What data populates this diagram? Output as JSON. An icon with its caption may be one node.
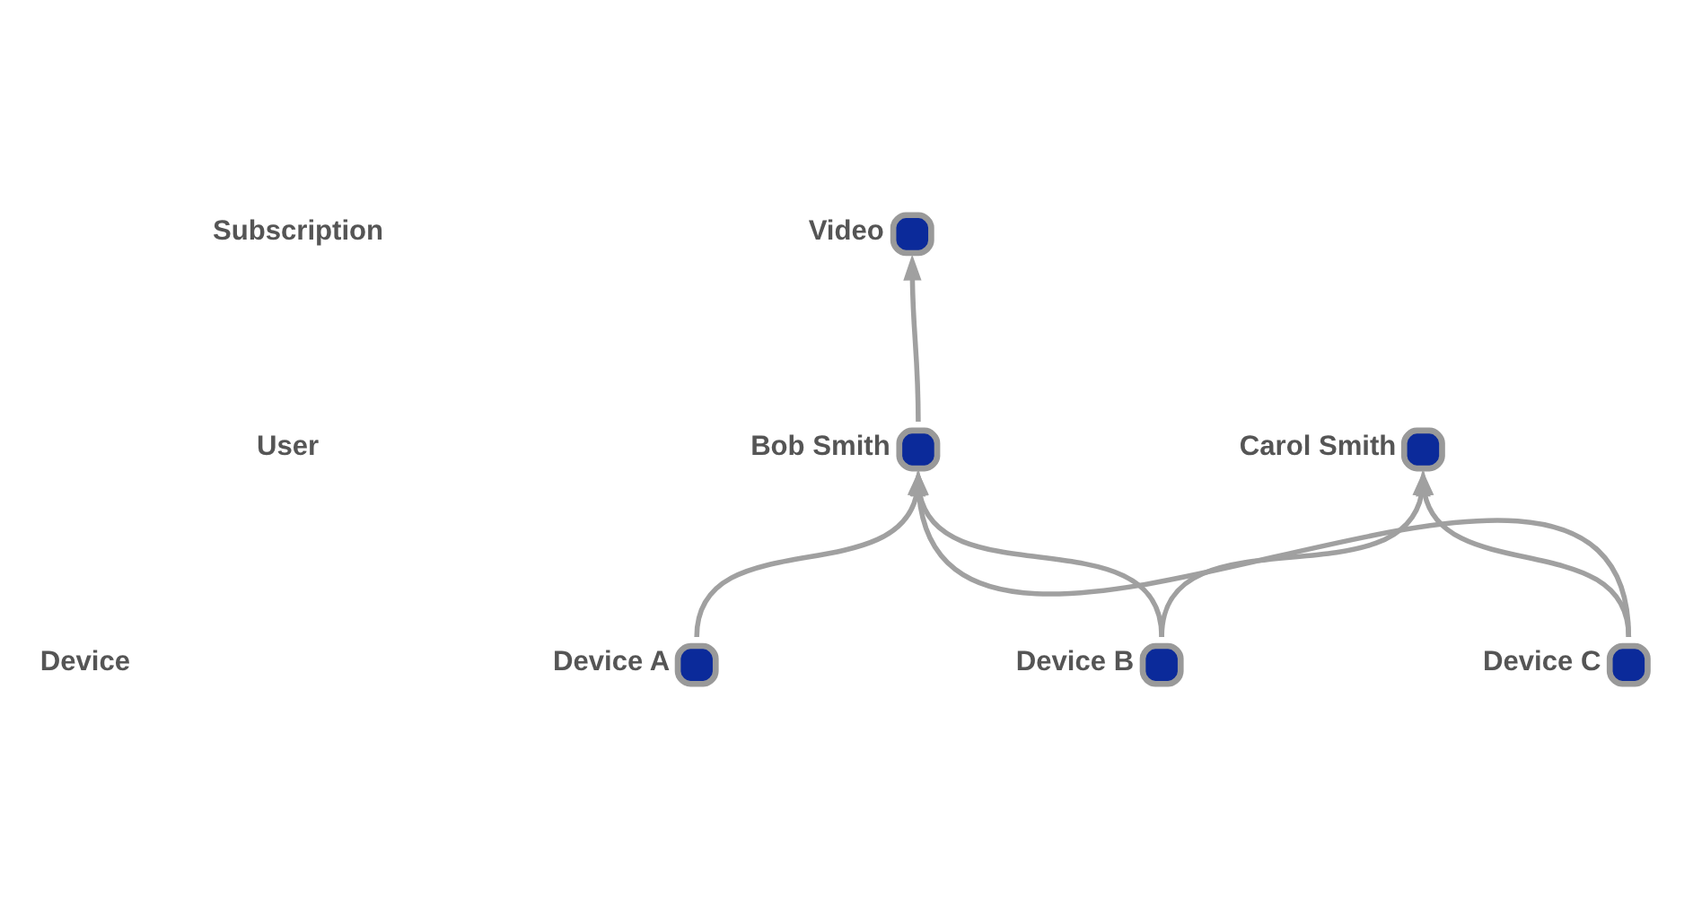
{
  "diagram": {
    "nodes": [
      {
        "text": [
          "Video"
        ]
      },
      {
        "text": [
          "Bob Smith"
        ]
      },
      {
        "text": [
          "Carol Smith"
        ]
      },
      {
        "text": [
          "Device A"
        ]
      },
      {
        "text": [
          "Device B"
        ]
      },
      {
        "text": [
          "Device C"
        ]
      }
    ],
    "edges": [
      {
        "from": 1,
        "to": 0,
        "arrow": "to"
      },
      {
        "from": 3,
        "to": 1,
        "arrow": "to"
      },
      {
        "from": 4,
        "to": 1,
        "arrow": "to"
      },
      {
        "from": 4,
        "to": 2,
        "arrow": "to"
      },
      {
        "from": 5,
        "to": 1,
        "arrow": "to"
      },
      {
        "from": 5,
        "to": 2,
        "arrow": "to"
      }
    ],
    "labels": [
      "Subscription",
      "User",
      "Device"
    ]
  }
}
